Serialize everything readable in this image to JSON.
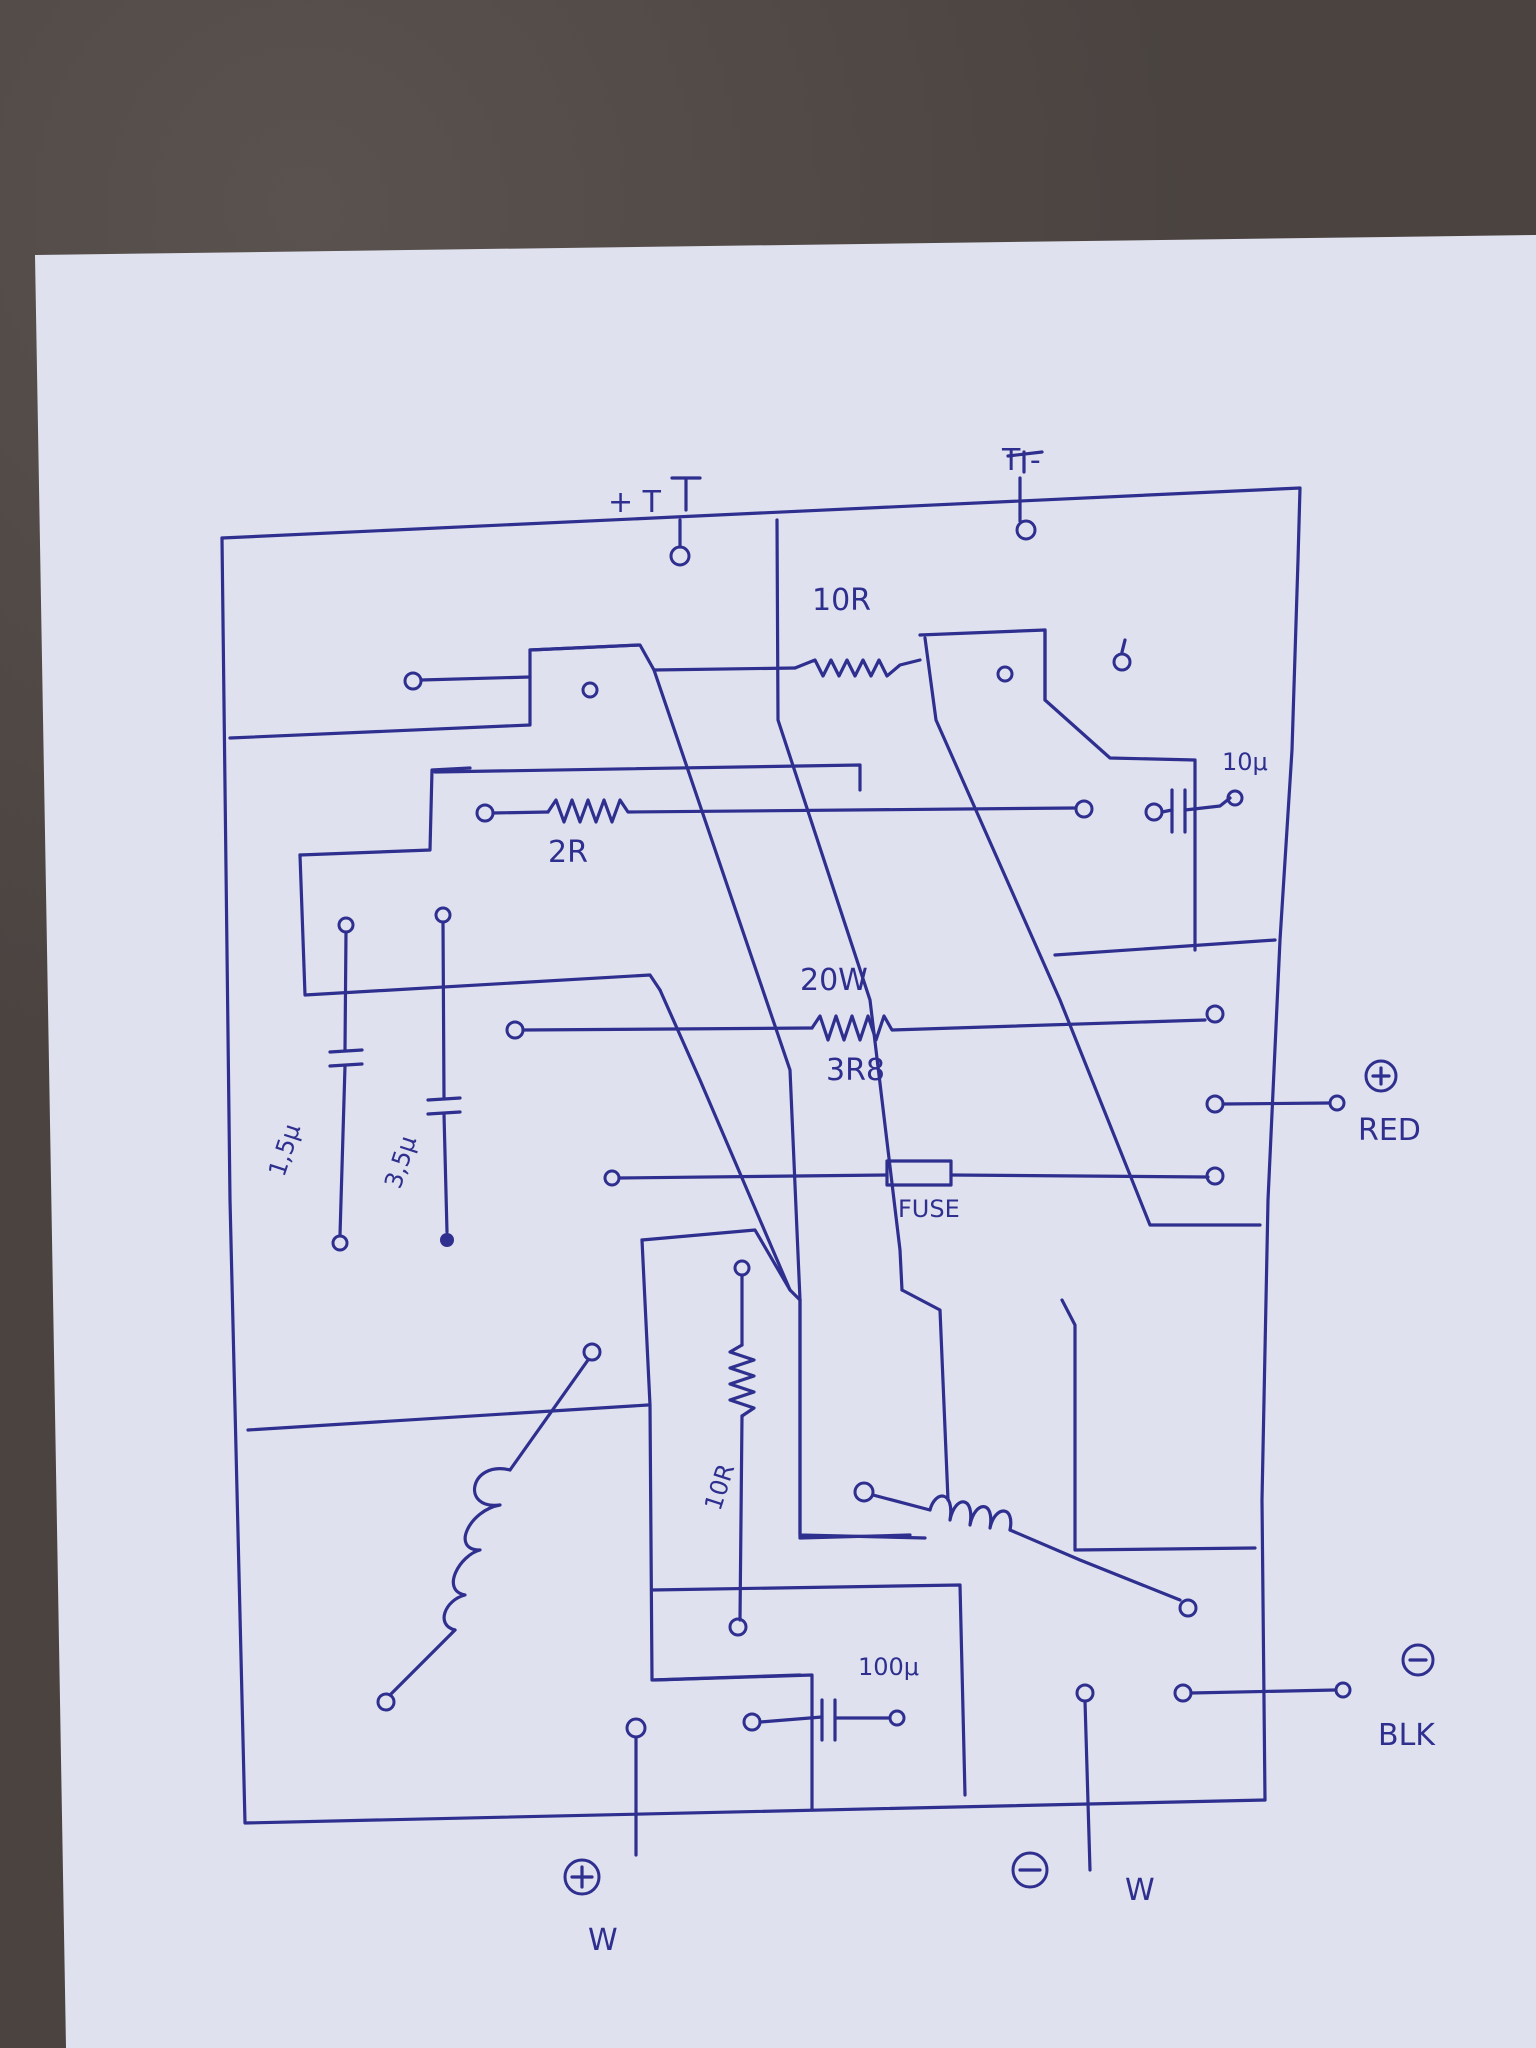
{
  "labels": {
    "plus_t": "+ T",
    "t_minus": "T -",
    "r_10r_top": "10R",
    "r_2r": "2R",
    "c_10u": "10μ",
    "r_20w": "20W",
    "r_3r8": "3R8",
    "c_15u": "1,5μ",
    "c_35u": "3,5μ",
    "fuse": "FUSE",
    "plus_red_symbol": "⊕",
    "red": "RED",
    "r_10r_low": "10R",
    "c_100u": "100μ",
    "minus_blk_symbol": "⊖",
    "blk": "BLK",
    "plus_w_symbol": "⊕",
    "w_left": "W",
    "minus_w_symbol": "⊖",
    "w_right": "W"
  }
}
